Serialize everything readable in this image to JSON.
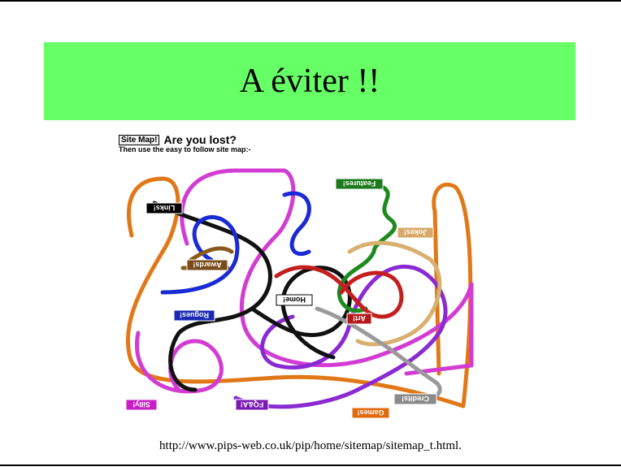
{
  "slide": {
    "title": "A éviter !!",
    "banner_color": "#66ff66",
    "caption": "http://www.pips-web.co.uk/pip/home/sitemap/sitemap_t.html."
  },
  "sitemap": {
    "badge": "Site Map!",
    "heading": "Are you lost?",
    "subtitle": "Then use the easy to follow site map:-",
    "labels": [
      {
        "text": "Links!",
        "color": "#000000"
      },
      {
        "text": "Features!",
        "color": "#1b7a1b"
      },
      {
        "text": "Jokes!",
        "color": "#d8a868"
      },
      {
        "text": "Awards!",
        "color": "#7a4a1a"
      },
      {
        "text": "Home!",
        "color": "#000000"
      },
      {
        "text": "Rogues!",
        "color": "#1a2ab4"
      },
      {
        "text": "Art!",
        "color": "#b41818"
      },
      {
        "text": "Silly!",
        "color": "#c81ec8"
      },
      {
        "text": "FQ&A!",
        "color": "#7a18b4"
      },
      {
        "text": "Credits!",
        "color": "#8a8a8a"
      },
      {
        "text": "Games!",
        "color": "#e06a10"
      }
    ]
  }
}
